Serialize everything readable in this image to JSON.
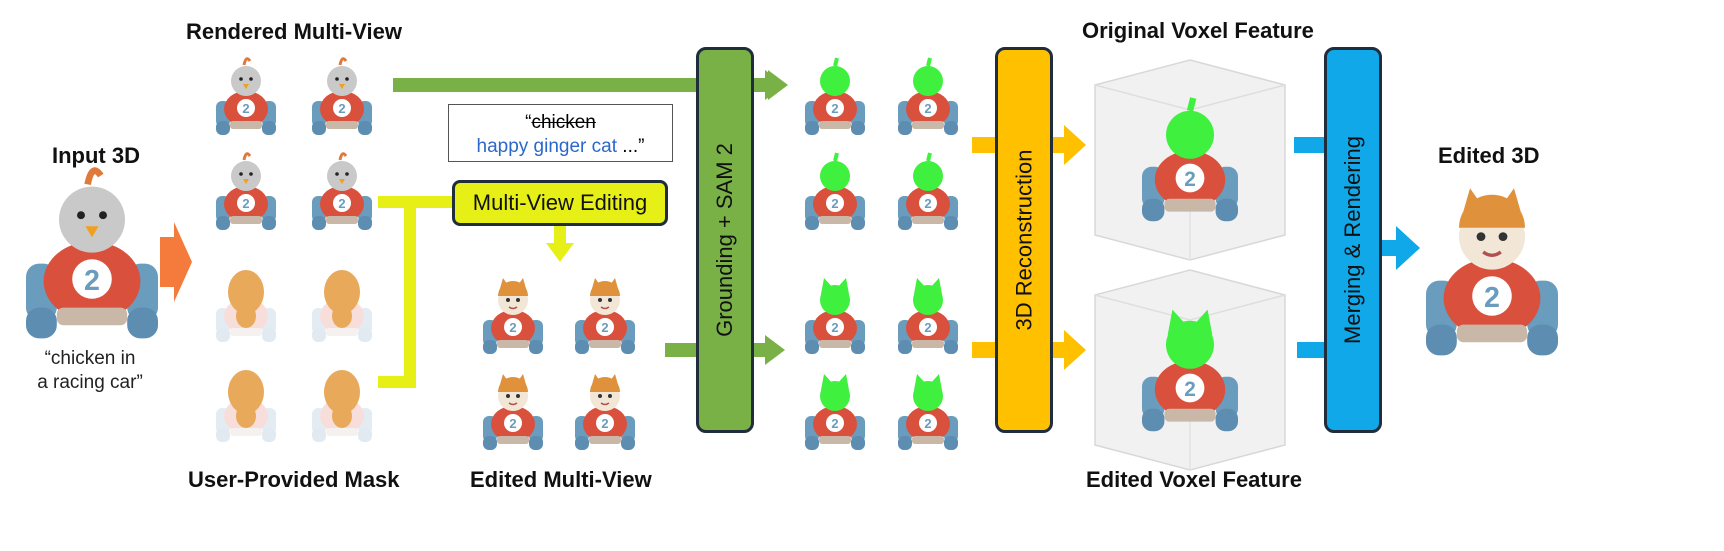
{
  "labels": {
    "input": "Input 3D",
    "rendered": "Rendered Multi-View",
    "mask": "User-Provided Mask",
    "edited_mv": "Edited Multi-View",
    "orig_voxel": "Original Voxel Feature",
    "edited_voxel": "Edited Voxel Feature",
    "edited3d": "Edited 3D"
  },
  "input_caption_line1": "“chicken in",
  "input_caption_line2": "a racing car”",
  "prompt": {
    "open_quote": "“",
    "struck": "chicken",
    "replacement": "happy ginger cat",
    "ellipsis": " ...”"
  },
  "stages": {
    "multiview_editing": "Multi-View Editing",
    "grounding": "Grounding + SAM 2",
    "reconstruction": "3D Reconstruction",
    "merging": "Merging & Rendering"
  },
  "toy_number": "2",
  "colors": {
    "green_stage": "#79b146",
    "yellow_stage": "#ffc000",
    "blue_stage": "#10a8e8",
    "lime": "#e6f016",
    "orange_arrow": "#f47b3b",
    "mask_green": "#3ff03f",
    "car_red": "#d9503c",
    "wheel_blue": "#6a9cbd",
    "mask_orange": "#e9a95b",
    "prompt_blue": "#2b68c9"
  },
  "icons": [
    "chicken-toy-icon",
    "cat-toy-icon",
    "voxel-cube-icon",
    "mask-silhouette-icon"
  ]
}
